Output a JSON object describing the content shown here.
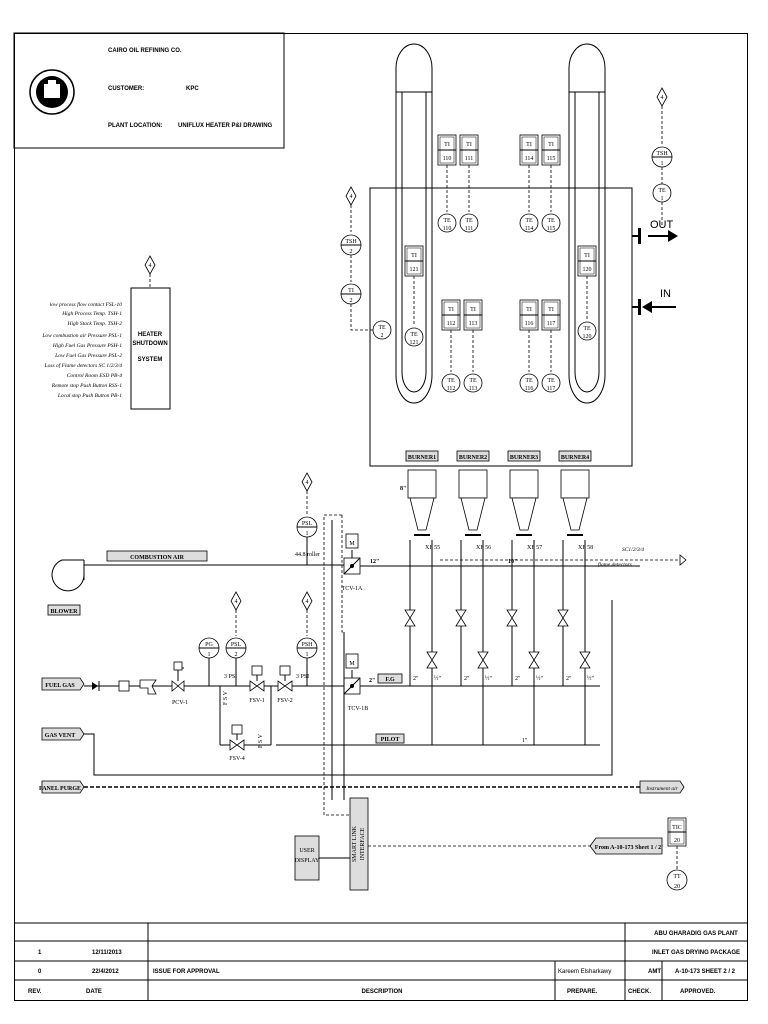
{
  "header": {
    "company": "CAIRO OIL REFINING CO.",
    "customer_label": "CUSTOMER:",
    "customer_value": "KPC",
    "location_label": "PLANT LOCATION:",
    "location_value": "UNIFLUX HEATER P&I DRAWING"
  },
  "instruments_top": [
    {
      "tag": "TI",
      "num": "110"
    },
    {
      "tag": "TI",
      "num": "111"
    },
    {
      "tag": "TI",
      "num": "114"
    },
    {
      "tag": "TI",
      "num": "115"
    },
    {
      "tag": "TI",
      "num": "121"
    },
    {
      "tag": "TI",
      "num": "120"
    },
    {
      "tag": "TI",
      "num": "112"
    },
    {
      "tag": "TI",
      "num": "113"
    },
    {
      "tag": "TI",
      "num": "116"
    },
    {
      "tag": "TI",
      "num": "117"
    }
  ],
  "elements_top": [
    {
      "tag": "TE",
      "num": "110"
    },
    {
      "tag": "TE",
      "num": "111"
    },
    {
      "tag": "TE",
      "num": "114"
    },
    {
      "tag": "TE",
      "num": "115"
    },
    {
      "tag": "TE",
      "num": "121"
    },
    {
      "tag": "TE",
      "num": "120"
    },
    {
      "tag": "TE",
      "num": "112"
    },
    {
      "tag": "TE",
      "num": "113"
    },
    {
      "tag": "TE",
      "num": "116"
    },
    {
      "tag": "TE",
      "num": "117"
    },
    {
      "tag": "TE",
      "num": "2"
    },
    {
      "tag": "TE",
      "num": "1"
    }
  ],
  "tsh": [
    {
      "tag": "TSH",
      "num": "2"
    },
    {
      "tag": "TSH",
      "num": "1"
    }
  ],
  "ti_small": [
    {
      "tag": "TI",
      "num": "2"
    }
  ],
  "diamond_label": "4",
  "flows": {
    "out": "OUT",
    "in": "IN"
  },
  "shutdown": {
    "title_lines": [
      "HEATER",
      "SHUTDOWN",
      "SYSTEM"
    ],
    "items": [
      "low process flow contact FSL-10",
      "High Process Temp. TSH-1",
      "High Stack Temp. TSH-2",
      "Low combustion air Pressure PSL-1",
      "High Fuel Gas Pressure PSH-1",
      "Low Fuel Gas Pressure PSL-2",
      "Loss of Flame detectors SC 1/2/3/4",
      "Control Room ESD PB-4",
      "Remote stop Push Button RSS-1",
      "Local stop Push Button PB-1"
    ]
  },
  "burners": [
    "BURNER1",
    "BURNER2",
    "BURNER3",
    "BURNER4"
  ],
  "xf": [
    "XF 55",
    "XF 56",
    "XF 57",
    "XF 58"
  ],
  "process": {
    "combustion_air": "COMBUSTION AIR",
    "blower": "BLOWER",
    "fuel_gas": "FUEL GAS",
    "gas_vent": "GAS VENT",
    "panel_purge": "PANEL PURGE",
    "pilot": "PILOT",
    "fg": "F.G",
    "instrument_air": "Instrument air",
    "from_ref": "From A-10-173 Sheet 1 / 2",
    "user_display": [
      "USER",
      "DISPLAY"
    ],
    "smart_link": [
      "SMART LINK",
      "INTERFACE"
    ],
    "flame_detectors": "flame detectors",
    "sc": "SC1/2/3/4",
    "tcv_1a": "TCV-1A",
    "tcv_1b": "TCV-1B",
    "pcv_1": "PCV-1",
    "fsv_1": "FSV-1",
    "fsv_2": "FSV-2",
    "fsv_4": "FSV-4",
    "pg_tag": "PG",
    "pg_num": "1",
    "psl2_tag": "PSL",
    "psl2_num": "2",
    "psh1_tag": "PSH",
    "psh1_num": "1",
    "psl1_tag": "PSL",
    "psl1_num": "1",
    "tic_tag": "TIC",
    "tic_num": "20",
    "tt_tag": "TT",
    "tt_num": "20",
    "m": "M",
    "size_12": "12\"",
    "size_10": "10\"",
    "size_8": "8\"",
    "size_2": "2\"",
    "size_1": "1\"",
    "size_half": "½\"",
    "psi": "3 PSI",
    "roller": "44.8 roller",
    "fsv_small": "F S V"
  },
  "titleblock": {
    "plant": "ABU GHARADIG GAS PLANT",
    "package": "INLET GAS DRYING PACKAGE",
    "sheet": "A-10-173 SHEET 2 / 2",
    "rows": [
      {
        "rev": "1",
        "date": "12/11/2013",
        "desc": "",
        "prepare": "",
        "check": ""
      },
      {
        "rev": "0",
        "date": "22/4/2012",
        "desc": "ISSUE FOR APPROVAL",
        "prepare": "Kareem Elsharkawy",
        "check": "AMT"
      }
    ],
    "head": {
      "rev": "REV.",
      "date": "DATE",
      "desc": "DESCRIPTION",
      "prepare": "PREPARE.",
      "check": "CHECK.",
      "approved": "APPROVED."
    }
  }
}
